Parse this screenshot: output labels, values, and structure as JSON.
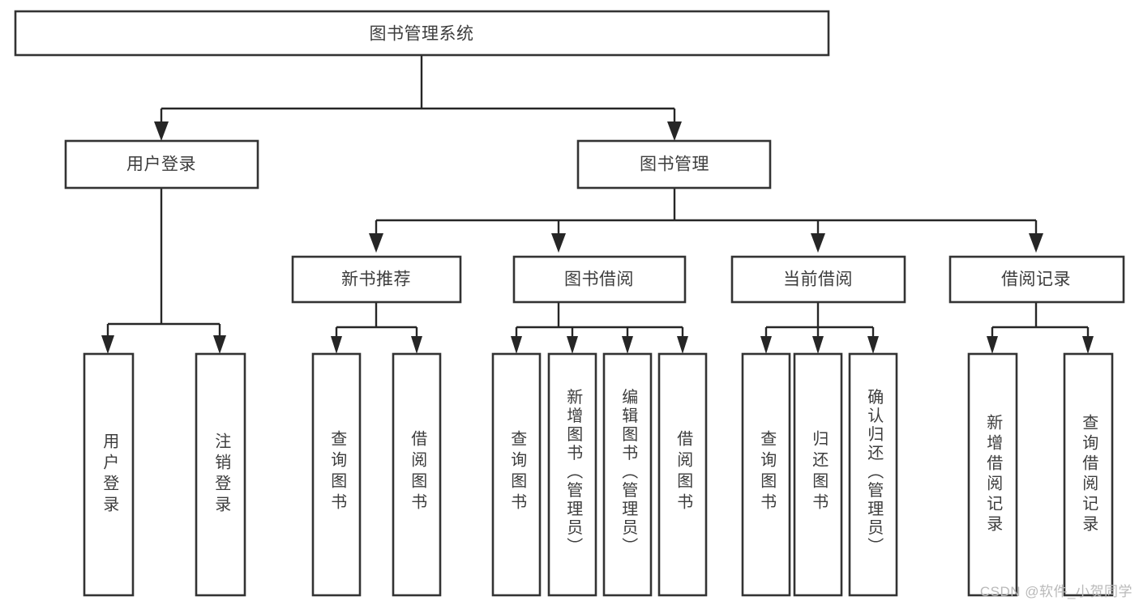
{
  "diagram": {
    "type": "tree",
    "title_node": "图书管理系统",
    "watermark": "CSDN @软件_小贺同学",
    "colors": {
      "box_stroke": "#333333",
      "box_fill": "#ffffff",
      "connector": "#262626",
      "text": "#3d3d3d",
      "watermark": "#b9b9b9",
      "background": "#ffffff"
    },
    "levels": {
      "level1": [
        "图书管理系统"
      ],
      "level2": [
        "用户登录",
        "图书管理"
      ],
      "level3": [
        "新书推荐",
        "图书借阅",
        "当前借阅",
        "借阅记录"
      ],
      "level4": [
        "用户登录",
        "注销登录",
        "查询图书",
        "借阅图书",
        "查询图书",
        "新增图书（管理员）",
        "编辑图书（管理员）",
        "借阅图书",
        "查询图书",
        "归还图书",
        "确认归还（管理员）",
        "新增借阅记录",
        "查询借阅记录"
      ]
    },
    "nodes": {
      "root": {
        "label": "图书管理系统"
      },
      "user_login": {
        "label": "用户登录"
      },
      "book_manage": {
        "label": "图书管理"
      },
      "new_book_rec": {
        "label": "新书推荐"
      },
      "book_borrow": {
        "label": "图书借阅"
      },
      "current_borrow": {
        "label": "当前借阅"
      },
      "borrow_record": {
        "label": "借阅记录"
      },
      "leaf_user_login": {
        "label": "用户登录"
      },
      "leaf_logout": {
        "label": "注销登录"
      },
      "leaf_query_book_1": {
        "label": "查询图书"
      },
      "leaf_borrow_book_1": {
        "label": "借阅图书"
      },
      "leaf_query_book_2": {
        "label": "查询图书"
      },
      "leaf_add_book": {
        "label": "新增图书（管理员）"
      },
      "leaf_edit_book": {
        "label": "编辑图书（管理员）"
      },
      "leaf_borrow_book_2": {
        "label": "借阅图书"
      },
      "leaf_query_book_3": {
        "label": "查询图书"
      },
      "leaf_return_book": {
        "label": "归还图书"
      },
      "leaf_confirm_return": {
        "label": "确认归还（管理员）"
      },
      "leaf_add_record": {
        "label": "新增借阅记录"
      },
      "leaf_query_record": {
        "label": "查询借阅记录"
      }
    },
    "edges": [
      {
        "from": "root",
        "to": "user_login"
      },
      {
        "from": "root",
        "to": "book_manage"
      },
      {
        "from": "user_login",
        "to": "leaf_user_login"
      },
      {
        "from": "user_login",
        "to": "leaf_logout"
      },
      {
        "from": "book_manage",
        "to": "new_book_rec"
      },
      {
        "from": "book_manage",
        "to": "book_borrow"
      },
      {
        "from": "book_manage",
        "to": "current_borrow"
      },
      {
        "from": "book_manage",
        "to": "borrow_record"
      },
      {
        "from": "new_book_rec",
        "to": "leaf_query_book_1"
      },
      {
        "from": "new_book_rec",
        "to": "leaf_borrow_book_1"
      },
      {
        "from": "book_borrow",
        "to": "leaf_query_book_2"
      },
      {
        "from": "book_borrow",
        "to": "leaf_add_book"
      },
      {
        "from": "book_borrow",
        "to": "leaf_edit_book"
      },
      {
        "from": "book_borrow",
        "to": "leaf_borrow_book_2"
      },
      {
        "from": "current_borrow",
        "to": "leaf_query_book_3"
      },
      {
        "from": "current_borrow",
        "to": "leaf_return_book"
      },
      {
        "from": "current_borrow",
        "to": "leaf_confirm_return"
      },
      {
        "from": "borrow_record",
        "to": "leaf_add_record"
      },
      {
        "from": "borrow_record",
        "to": "leaf_query_record"
      }
    ]
  }
}
